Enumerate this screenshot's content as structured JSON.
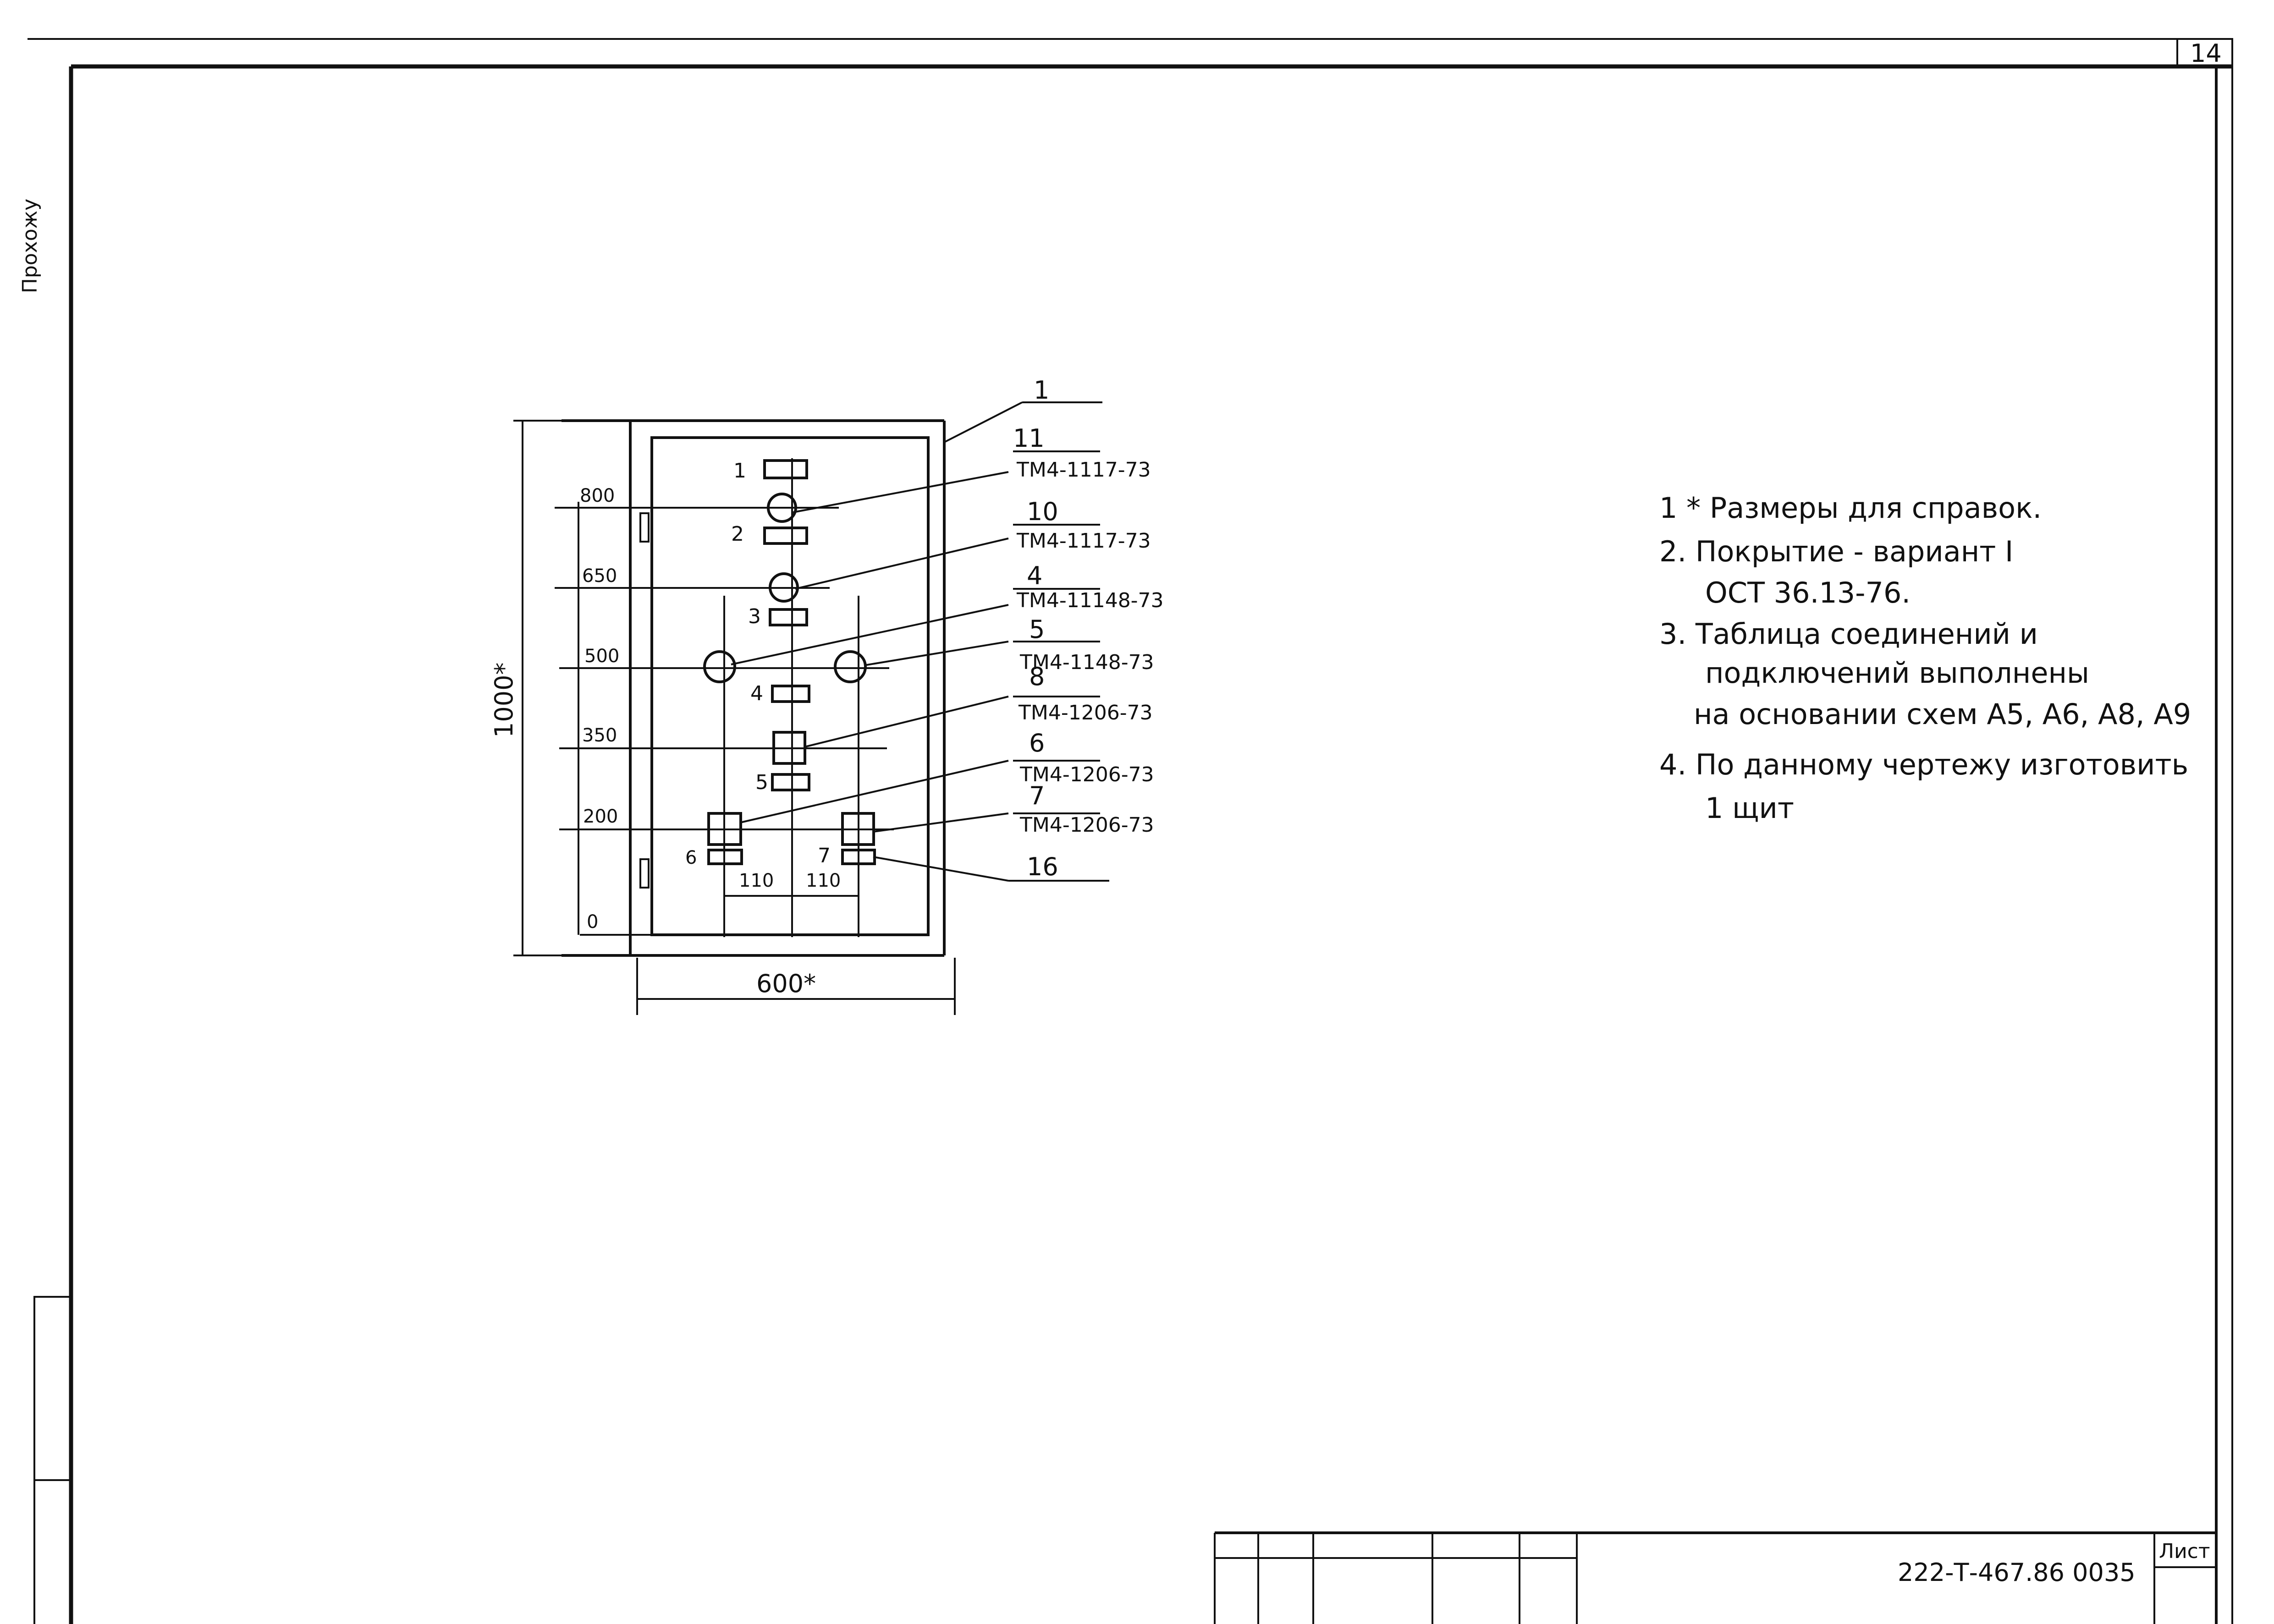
{
  "sheet": {
    "sheet_number": "14",
    "vertical_margin_text": "Прохожу",
    "title_block": {
      "sheet_label": "Лист",
      "document_code": "222-Т-467.86 0035"
    }
  },
  "drawing": {
    "overall_height": "1000*",
    "overall_width": "600*",
    "level_marks": [
      "800",
      "650",
      "500",
      "350",
      "200",
      "0"
    ],
    "spacing_left": "110",
    "spacing_right": "110",
    "device_labels": {
      "d1": "1",
      "d2": "2",
      "d3": "3",
      "d4": "4",
      "d5": "5",
      "d6": "6",
      "d7": "7"
    },
    "callouts": [
      {
        "pos": "1",
        "type": ""
      },
      {
        "pos": "11",
        "type": "ТМ4-1117-73"
      },
      {
        "pos": "10",
        "type": "ТМ4-1117-73"
      },
      {
        "pos": "4",
        "type": "ТМ4-11148-73"
      },
      {
        "pos": "5",
        "type": "ТМ4-1148-73"
      },
      {
        "pos": "8",
        "type": "ТМ4-1206-73"
      },
      {
        "pos": "6",
        "type": "ТМ4-1206-73"
      },
      {
        "pos": "7",
        "type": "ТМ4-1206-73"
      },
      {
        "pos": "16",
        "type": ""
      }
    ]
  },
  "notes": [
    "1 * Размеры для справок.",
    "2. Покрытие - вариант I",
    "ОСТ 36.13-76.",
    "3. Таблица соединений и",
    "подключений выполнены",
    "на основании схем А5, А6, А8, А9",
    "4. По данному чертежу изготовить",
    "1 щит"
  ]
}
